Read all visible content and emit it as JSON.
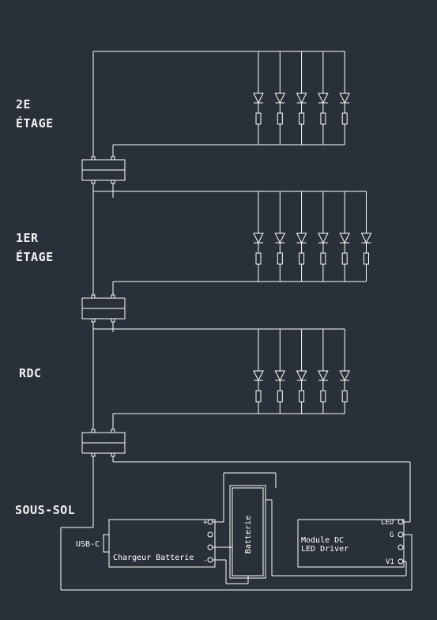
{
  "floors": [
    {
      "line1": "2E",
      "line2": "ÉTAGE",
      "led_count": 5
    },
    {
      "line1": "1ER",
      "line2": "ÉTAGE",
      "led_count": 6
    },
    {
      "line1": "RDC",
      "line2": "",
      "led_count": 5
    },
    {
      "line1": "SOUS-SOL",
      "line2": "",
      "led_count": 0
    }
  ],
  "components": {
    "charger": {
      "label": "Chargeur Batterie",
      "usb_label": "USB-C",
      "plus": "+",
      "minus": "-"
    },
    "battery": {
      "label": "Batterie"
    },
    "driver": {
      "line1": "Module DC",
      "line2": "LED Driver",
      "pin_led": "LED",
      "pin_g": "G",
      "pin_v1": "V1"
    }
  },
  "colors": {
    "background": "#2a3039",
    "line": "#ffffff",
    "text": "#f2f2f2"
  }
}
